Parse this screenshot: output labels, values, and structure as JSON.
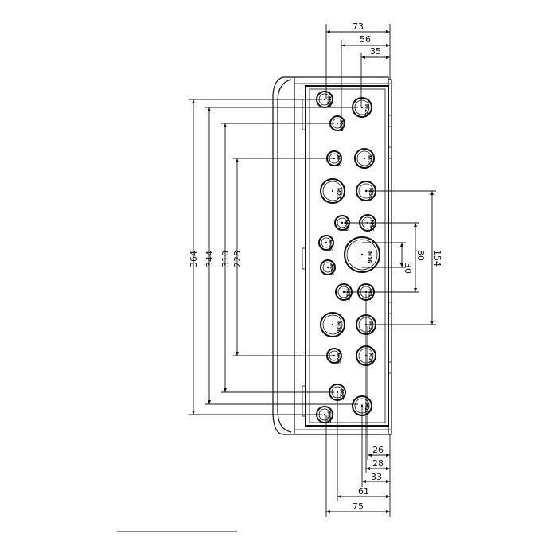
{
  "drawing": {
    "title": "",
    "units": "mm",
    "top_dimensions": [
      "73",
      "56",
      "35"
    ],
    "bottom_dimensions": [
      "26",
      "28",
      "33",
      "61",
      "75"
    ],
    "left_vertical_dimensions": [
      "364",
      "344",
      "310",
      "228"
    ],
    "right_vertical_dimensions": [
      "30",
      "80",
      "154"
    ],
    "knockouts": [
      {
        "size": "M20"
      },
      {
        "size": "M25"
      },
      {
        "size": "M20"
      },
      {
        "size": "M16"
      },
      {
        "size": "M20"
      },
      {
        "size": "M25"
      },
      {
        "size": "M32"
      },
      {
        "size": "M20"
      },
      {
        "size": "M16"
      },
      {
        "size": "M16"
      },
      {
        "size": "M16"
      },
      {
        "size": "M40"
      },
      {
        "size": "M16"
      },
      {
        "size": "M16"
      },
      {
        "size": "M16"
      },
      {
        "size": "M32"
      },
      {
        "size": "M25"
      },
      {
        "size": "M16"
      },
      {
        "size": "M25"
      },
      {
        "size": "M20"
      },
      {
        "size": "M25"
      },
      {
        "size": "M20"
      }
    ]
  }
}
